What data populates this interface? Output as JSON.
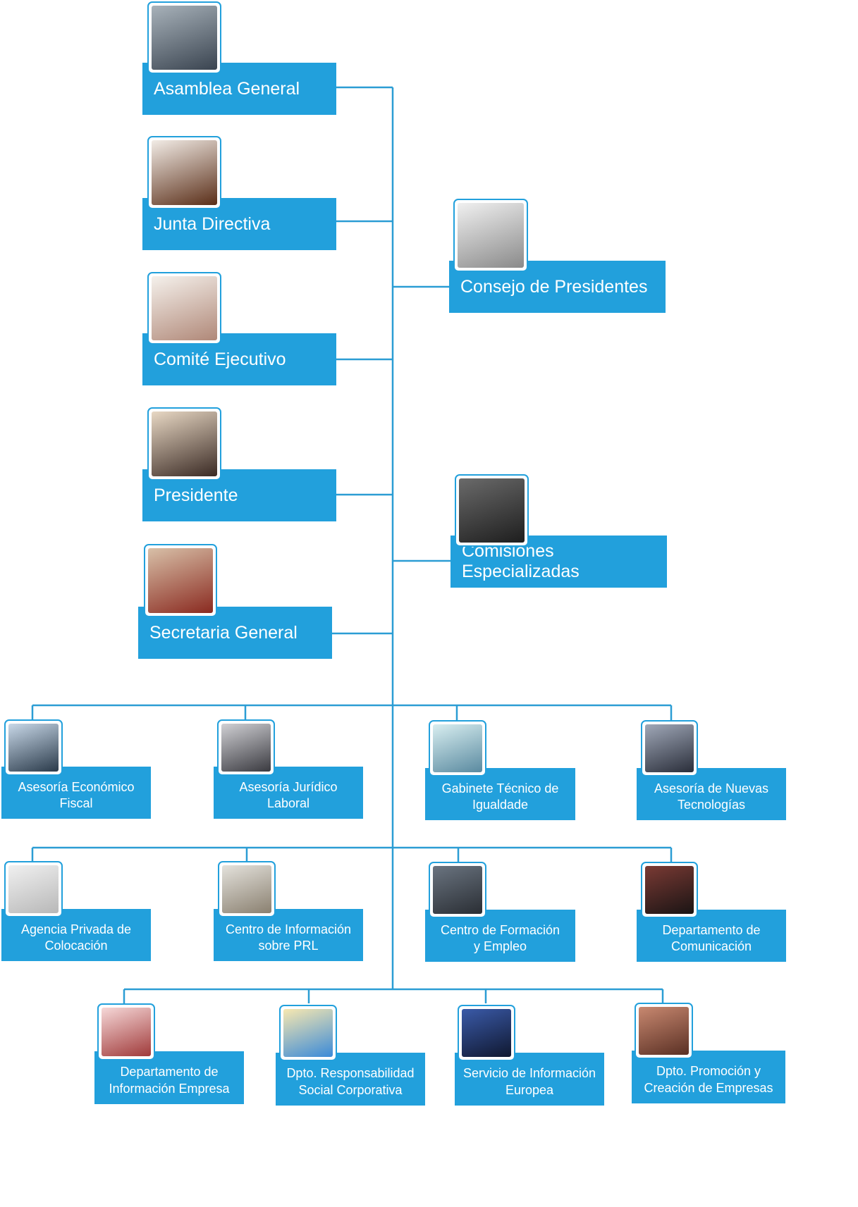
{
  "top": [
    {
      "id": "asamblea-general",
      "label": "Asamblea General",
      "photo": "hand-chess-pieces-photo",
      "tone": [
        "#a8b2ba",
        "#3a4450"
      ]
    },
    {
      "id": "junta-directiva",
      "label": "Junta Directiva",
      "photo": "wooden-chess-kings-photo",
      "tone": [
        "#f2ece6",
        "#5a2e18"
      ]
    },
    {
      "id": "comite-ejecutivo",
      "label": "Comité Ejecutivo",
      "photo": "stacked-stones-photo",
      "tone": [
        "#f5f1ec",
        "#b08878"
      ]
    },
    {
      "id": "presidente",
      "label": "Presidente",
      "photo": "president-portrait-photo",
      "tone": [
        "#e8d8c4",
        "#3a2a24"
      ]
    },
    {
      "id": "secretaria-general",
      "label": "Secretaria General",
      "photo": "secretary-portrait-photo",
      "tone": [
        "#d8c0a8",
        "#8a2a20"
      ]
    }
  ],
  "side": [
    {
      "id": "consejo-presidentes",
      "label": "Consejo de Presidentes",
      "photo": "globe-photo",
      "tone": [
        "#f0f0f0",
        "#8a8a8a"
      ]
    },
    {
      "id": "comisiones-especializadas",
      "label": "Comisiones Especializadas",
      "photo": "finger-target-photo",
      "tone": [
        "#6a6a6a",
        "#1e1e1e"
      ]
    }
  ],
  "rows": [
    [
      {
        "id": "asesoria-economico-fiscal",
        "label": "Asesoría Económico\nFiscal",
        "photo": "tablet-charts-photo",
        "tone": [
          "#c8d8e8",
          "#2a3a4a"
        ]
      },
      {
        "id": "asesoria-juridico-laboral",
        "label": "Asesoría Jurídico\nLaboral",
        "photo": "gavel-documents-photo",
        "tone": [
          "#d0d0d4",
          "#3a3a40"
        ]
      },
      {
        "id": "gabinete-tecnico-igualdade",
        "label": "Gabinete Técnico de\nIgualdade",
        "photo": "balance-figures-photo",
        "tone": [
          "#d8eef0",
          "#5a8aa0"
        ]
      },
      {
        "id": "asesoria-nuevas-tecnologias",
        "label": "Asesoría de Nuevas\nTecnologías",
        "photo": "man-laptop-photo",
        "tone": [
          "#a0a8b8",
          "#2a2e3a"
        ]
      }
    ],
    [
      {
        "id": "agencia-privada-colocacion",
        "label": "Agencia Privada de\nColocación",
        "photo": "puzzle-figures-photo",
        "tone": [
          "#f0f0f0",
          "#b8b8b8"
        ]
      },
      {
        "id": "centro-informacion-prl",
        "label": "Centro de Información\nsobre PRL",
        "photo": "worker-helmet-photo",
        "tone": [
          "#e4e2dc",
          "#8a8070"
        ]
      },
      {
        "id": "centro-formacion-empleo",
        "label": "Centro de Formación\ny Empleo",
        "photo": "child-thinking-photo",
        "tone": [
          "#6a7480",
          "#2a2e34"
        ]
      },
      {
        "id": "departamento-comunicacion",
        "label": "Departamento de\nComunicación",
        "photo": "microphone-photo",
        "tone": [
          "#7a3a34",
          "#1a1414"
        ]
      }
    ],
    [
      {
        "id": "departamento-informacion-empresa",
        "label": "Departamento de\nInformación Empresa",
        "photo": "headset-smile-photo",
        "tone": [
          "#f6d8d8",
          "#a03a3a"
        ]
      },
      {
        "id": "dpto-responsabilidad-social",
        "label": "Dpto. Responsabilidad\nSocial Corporativa",
        "photo": "colorful-network-photo",
        "tone": [
          "#f8e8b0",
          "#3a8ad8"
        ]
      },
      {
        "id": "servicio-informacion-europea",
        "label": "Servicio de Información\nEuropea",
        "photo": "eu-flag-tablet-photo",
        "tone": [
          "#3a5aa8",
          "#101830"
        ]
      },
      {
        "id": "dpto-promocion-creacion-empresas",
        "label": "Dpto. Promoción y\nCreación de Empresas",
        "photo": "hand-brick-photo",
        "tone": [
          "#c88870",
          "#5a3024"
        ]
      }
    ]
  ]
}
